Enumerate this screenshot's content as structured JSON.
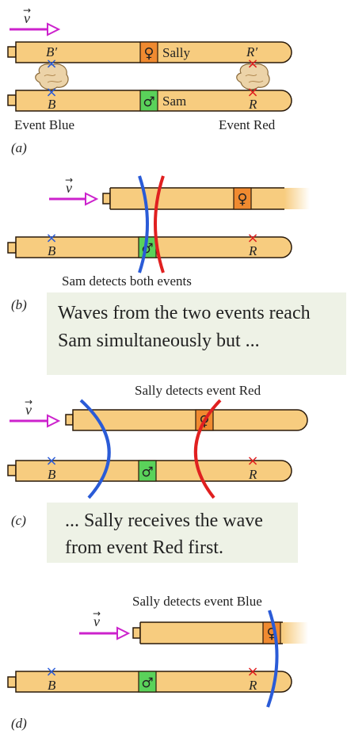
{
  "panels": {
    "a": {
      "tag": "(a)",
      "sally_label": "Sally",
      "sam_label": "Sam",
      "b_prime": "B′",
      "r_prime": "R′",
      "b": "B",
      "r": "R",
      "event_blue": "Event Blue",
      "event_red": "Event Red"
    },
    "b": {
      "tag": "(b)",
      "b": "B",
      "r": "R",
      "note": "Sam detects both events",
      "caption_line1": "Waves from the two events reach",
      "caption_line2": "Sam simultaneously but ..."
    },
    "c": {
      "tag": "(c)",
      "b": "B",
      "r": "R",
      "note": "Sally detects event Red",
      "caption_line1": "... Sally receives the wave",
      "caption_line2": "from event Red first."
    },
    "d": {
      "tag": "(d)",
      "b": "B",
      "r": "R",
      "note": "Sally detects event Blue"
    }
  },
  "velocity_symbol": "v",
  "symbols": {
    "female": "♀",
    "male": "♂",
    "event_mark": "×"
  },
  "colors": {
    "ship_fill": "#f7cc7f",
    "ship_stroke": "#2a1a0a",
    "arrow": "#cc22cc",
    "blue": "#2a5bd7",
    "red": "#e02020",
    "sally_box": "#f08a30",
    "sam_box": "#5ad25a",
    "caption_bg": "#eef2e6"
  }
}
